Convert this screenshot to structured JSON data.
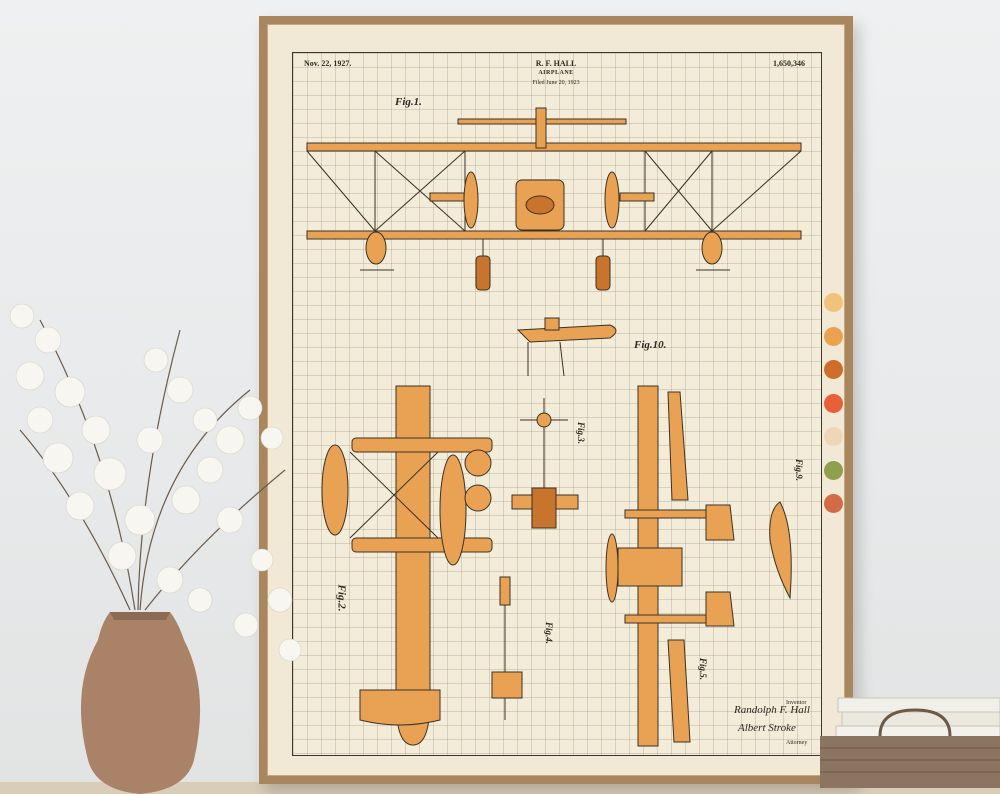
{
  "poster": {
    "date": "Nov. 22, 1927.",
    "inventor_header": "R. F. HALL",
    "subject": "AIRPLANE",
    "filed": "Filed June 20, 1923",
    "patent_number": "1,650,346",
    "figure_labels": {
      "fig1": "Fig.1.",
      "fig10": "Fig.10.",
      "fig2": "Fig.2.",
      "fig3": "Fig.3.",
      "fig4": "Fig.4.",
      "fig5": "Fig.5.",
      "fig9": "Fig.9."
    },
    "inventor_caption": "Inventor",
    "inventor_signature": "Randolph F. Hall",
    "witness_signature": "Albert Stroke",
    "attorney_caption": "Attorney"
  },
  "palette": {
    "swatches": [
      "#f0c27a",
      "#eba250",
      "#cf6d2a",
      "#e8603a",
      "#eed7b8",
      "#8ea04e",
      "#d36a48"
    ],
    "aircraft_fill": "#e9a253",
    "aircraft_dark": "#c9742c",
    "line_color": "#3a3126",
    "wall_color": "#eceeef",
    "frame_color": "#a8875f"
  }
}
